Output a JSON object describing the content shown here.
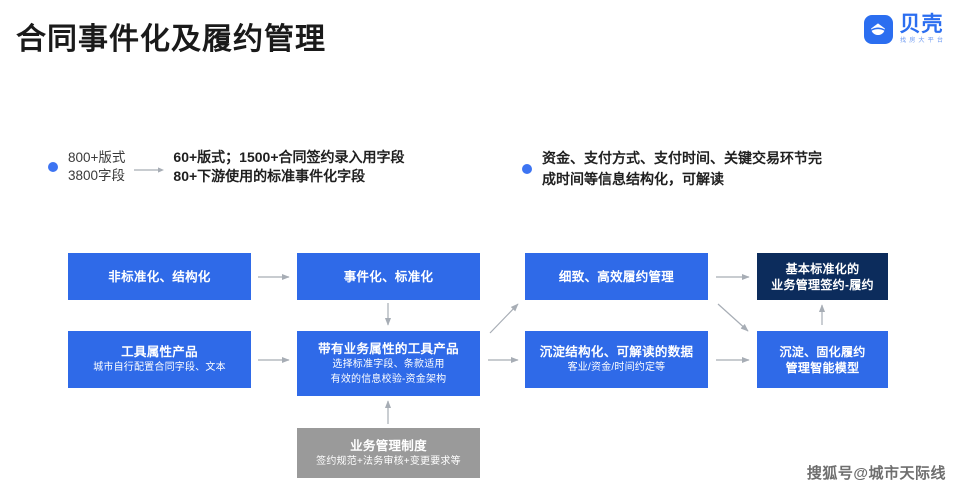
{
  "header": {
    "title": "合同事件化及履约管理",
    "brand": {
      "name": "贝壳",
      "tagline": "找房大平台",
      "icon": "shell-house-icon",
      "color": "#2b6ef0"
    }
  },
  "bullets": [
    {
      "id": "bullet-transform",
      "from_lines": [
        "800+版式",
        "3800字段"
      ],
      "arrow": "right-arrow-icon",
      "to_lines": [
        "60+版式；1500+合同签约录入用字段",
        "80+下游使用的标准事件化字段"
      ]
    },
    {
      "id": "bullet-structured-info",
      "lines": [
        "资金、支付方式、支付时间、关键交易环节完",
        "成时间等信息结构化，可解读"
      ]
    }
  ],
  "diagram": {
    "colors": {
      "blue": "#2f6ae8",
      "navy": "#0c2c5c",
      "gray": "#9a9a9a",
      "arrow": "#9aa0a8"
    },
    "nodes": [
      {
        "id": "r1c1",
        "title": "非标准化、结构化",
        "sub": "",
        "style": "blue"
      },
      {
        "id": "r1c2",
        "title": "事件化、标准化",
        "sub": "",
        "style": "blue"
      },
      {
        "id": "r1c3",
        "title": "细致、高效履约管理",
        "sub": "",
        "style": "blue"
      },
      {
        "id": "r1c4",
        "title_line1": "基本标准化的",
        "title_line2": "业务管理签约-履约",
        "style": "navy"
      },
      {
        "id": "r2c1",
        "title": "工具属性产品",
        "sub": "城市自行配置合同字段、文本",
        "style": "blue"
      },
      {
        "id": "r2c2",
        "title": "带有业务属性的工具产品",
        "sub_line1": "选择标准字段、条款适用",
        "sub_line2": "有效的信息校验-资金架构",
        "style": "blue"
      },
      {
        "id": "r2c3",
        "title": "沉淀结构化、可解读的数据",
        "sub": "客业/资金/时间约定等",
        "style": "blue"
      },
      {
        "id": "r2c4",
        "title_line1": "沉淀、固化履约",
        "title_line2": "管理智能模型",
        "style": "blue"
      },
      {
        "id": "r3c2",
        "title": "业务管理制度",
        "sub": "签约规范+法务审核+变更要求等",
        "style": "gray"
      }
    ]
  },
  "watermark": "搜狐号@城市天际线"
}
